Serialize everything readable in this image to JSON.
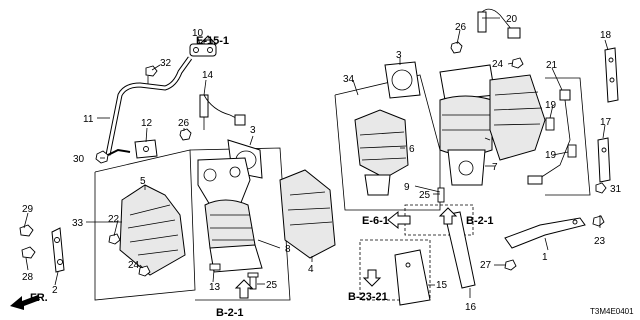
{
  "diagram": {
    "code": "T3M4E0401",
    "direction_label": "FR.",
    "references": [
      "E-15-1",
      "E-6-1",
      "B-2-1",
      "B-2-1",
      "B-23-21"
    ],
    "callouts": [
      "1",
      "2",
      "3",
      "3",
      "4",
      "5",
      "6",
      "7",
      "8",
      "9",
      "10",
      "11",
      "12",
      "13",
      "14",
      "15",
      "16",
      "17",
      "18",
      "19",
      "19",
      "20",
      "21",
      "22",
      "23",
      "24",
      "24",
      "25",
      "25",
      "26",
      "26",
      "27",
      "28",
      "29",
      "30",
      "31",
      "32",
      "33",
      "34"
    ]
  }
}
